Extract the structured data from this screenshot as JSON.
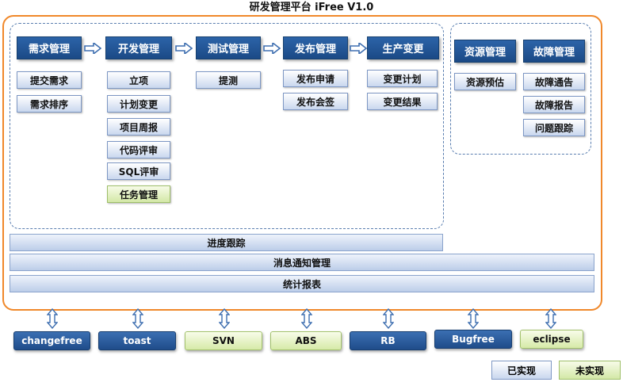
{
  "title": "研发管理平台  iFree V1.0",
  "modules": [
    {
      "name": "需求管理",
      "items": [
        "提交需求",
        "需求排序"
      ]
    },
    {
      "name": "开发管理",
      "items": [
        "立项",
        "计划变更",
        "项目周报",
        "代码评审",
        "SQL评审",
        "任务管理"
      ]
    },
    {
      "name": "测试管理",
      "items": [
        "提测"
      ]
    },
    {
      "name": "发布管理",
      "items": [
        "发布申请",
        "发布会签"
      ]
    },
    {
      "name": "生产变更",
      "items": [
        "变更计划",
        "变更结果"
      ]
    },
    {
      "name": "资源管理",
      "items": [
        "资源预估"
      ]
    },
    {
      "name": "故障管理",
      "items": [
        "故障通告",
        "故障报告",
        "问题跟踪"
      ]
    }
  ],
  "bars": [
    "进度跟踪",
    "消息通知管理",
    "统计报表"
  ],
  "external_tools": [
    {
      "name": "changefree",
      "status": "implemented"
    },
    {
      "name": "toast",
      "status": "implemented"
    },
    {
      "name": "SVN",
      "status": "not_implemented"
    },
    {
      "name": "ABS",
      "status": "not_implemented"
    },
    {
      "name": "RB",
      "status": "implemented"
    },
    {
      "name": "Bugfree",
      "status": "implemented"
    },
    {
      "name": "eclipse",
      "status": "not_implemented"
    }
  ],
  "legend": {
    "implemented": "已实现",
    "not_implemented": "未实现"
  },
  "colors": {
    "border_orange": "#f0882a",
    "header_blue": "#1f4c8a",
    "not_implemented_green": "#d6eaa8"
  }
}
